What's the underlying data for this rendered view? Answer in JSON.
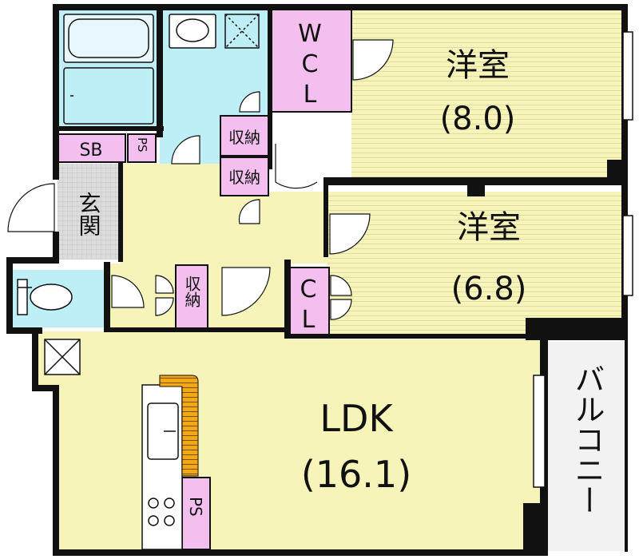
{
  "rooms": {
    "bedroom1": {
      "name": "洋室",
      "size": "(8.0)"
    },
    "bedroom2": {
      "name": "洋室",
      "size": "(6.8)"
    },
    "ldk": {
      "name": "LDK",
      "size": "(16.1)"
    },
    "balcony": {
      "name": "バルコニー"
    },
    "entrance": {
      "name": "玄関"
    },
    "walkin_closet": {
      "line1": "W",
      "line2": "C",
      "line3": "L"
    },
    "closet": {
      "line1": "C",
      "line2": "L"
    },
    "storage_top": {
      "label": "収納"
    },
    "storage_mid": {
      "label": "収納"
    },
    "storage_hall": {
      "label": "収納"
    },
    "shoe_box": {
      "label": "SB"
    },
    "pipe_space_top": {
      "label": "PS"
    },
    "pipe_space_kitchen": {
      "label": "PS"
    }
  },
  "colors": {
    "floor_yellow": "#f6f4b8",
    "wet_area_blue": "#bfeff6",
    "storage_pink": "#f2bfee",
    "entrance_gray": "#dcdcdc",
    "wall": "#111111",
    "wood_orange": "#f3a818"
  }
}
